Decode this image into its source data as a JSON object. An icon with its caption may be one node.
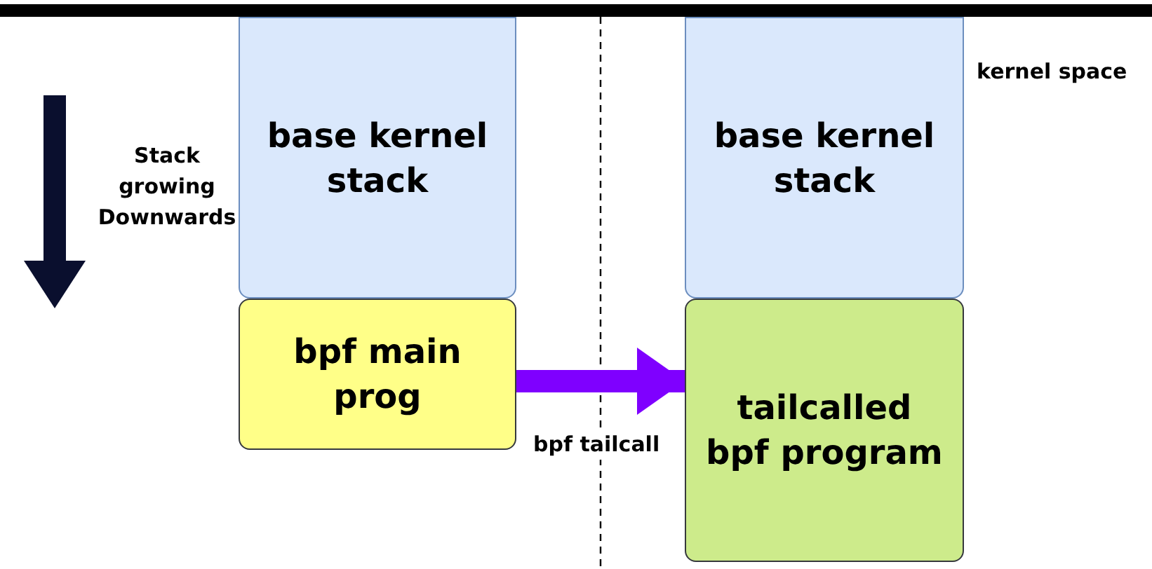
{
  "diagram": {
    "nodes": [
      {
        "text": [
          "base kernel stack"
        ]
      },
      {
        "text": [
          "bpf main prog"
        ]
      },
      {
        "text": [
          "base kernel stack"
        ]
      },
      {
        "text": [
          "tailcalled bpf program"
        ]
      }
    ],
    "edges": [
      {
        "from": 1,
        "to": 3,
        "arrow": "to",
        "label": "bpf tailcall",
        "color": "#7f00ff"
      }
    ],
    "labels": [
      "kernel space",
      "Stack growing Downwards"
    ]
  }
}
